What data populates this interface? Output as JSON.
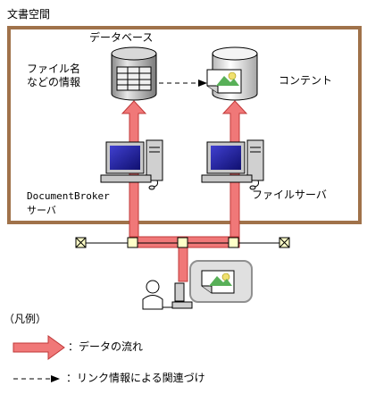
{
  "title": "文書空間",
  "database_label": "データベース",
  "metadata_label": "ファイル名\nなどの情報",
  "content_label": "コンテント",
  "docbroker_server_label": "DocumentBroker\nサーバ",
  "file_server_label": "ファイルサーバ",
  "legend": {
    "heading": "（凡例）",
    "data_flow_label": "：データの流れ",
    "link_label": "：リンク情報による関連づけ"
  },
  "colors": {
    "frame": "#a0724a",
    "flow": "#f07878",
    "flow_edge": "#c03838",
    "node": "#ffffc8",
    "cloud": "#e0e0e0"
  }
}
